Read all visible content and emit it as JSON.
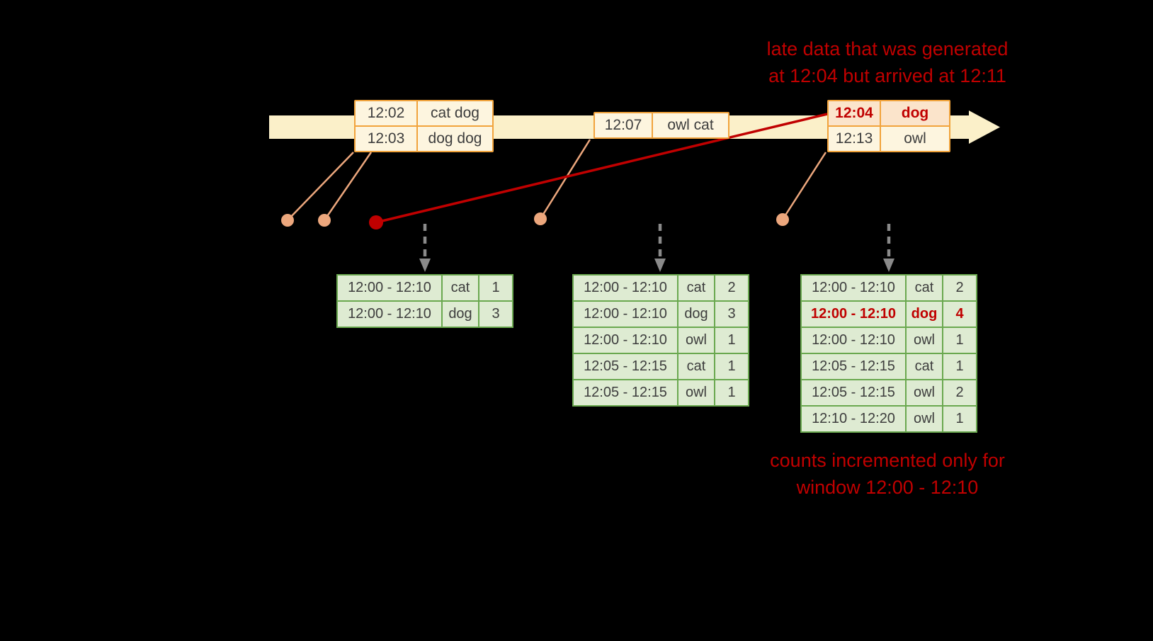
{
  "annotations": {
    "late_data_note_line1": "late data that was generated",
    "late_data_note_line2": "at 12:04 but arrived at 12:11",
    "counts_note_line1": "counts incremented only for",
    "counts_note_line2": "window 12:00 - 12:10"
  },
  "timeline": {
    "event_groups": [
      {
        "events": [
          {
            "time": "12:02",
            "words": "cat dog"
          },
          {
            "time": "12:03",
            "words": "dog dog"
          }
        ]
      },
      {
        "events": [
          {
            "time": "12:07",
            "words": "owl cat"
          }
        ]
      },
      {
        "events": [
          {
            "time": "12:04",
            "words": "dog",
            "late": true
          },
          {
            "time": "12:13",
            "words": "owl"
          }
        ]
      }
    ]
  },
  "result_tables": [
    {
      "rows": [
        {
          "window": "12:00 - 12:10",
          "word": "cat",
          "count": 1
        },
        {
          "window": "12:00 - 12:10",
          "word": "dog",
          "count": 3
        }
      ]
    },
    {
      "rows": [
        {
          "window": "12:00 - 12:10",
          "word": "cat",
          "count": 2
        },
        {
          "window": "12:00 - 12:10",
          "word": "dog",
          "count": 3
        },
        {
          "window": "12:00 - 12:10",
          "word": "owl",
          "count": 1
        },
        {
          "window": "12:05 - 12:15",
          "word": "cat",
          "count": 1
        },
        {
          "window": "12:05 - 12:15",
          "word": "owl",
          "count": 1
        }
      ]
    },
    {
      "rows": [
        {
          "window": "12:00 - 12:10",
          "word": "cat",
          "count": 2
        },
        {
          "window": "12:00 - 12:10",
          "word": "dog",
          "count": 4,
          "highlight": true
        },
        {
          "window": "12:00 - 12:10",
          "word": "owl",
          "count": 1
        },
        {
          "window": "12:05 - 12:15",
          "word": "cat",
          "count": 1
        },
        {
          "window": "12:05 - 12:15",
          "word": "owl",
          "count": 2
        },
        {
          "window": "12:10 - 12:20",
          "word": "owl",
          "count": 1
        }
      ]
    }
  ],
  "colors": {
    "accent_red": "#c00000",
    "timeline_fill": "#fbf0c9",
    "event_border": "#f1a33c",
    "event_fill": "#fdf5df",
    "late_fill": "#fbe4cb",
    "dot_fill": "#eca77d",
    "table_border": "#6aa84f",
    "table_fill": "#deebd2",
    "arrow_gray": "#8a8a8a",
    "text_dark": "#3d3d3d"
  }
}
